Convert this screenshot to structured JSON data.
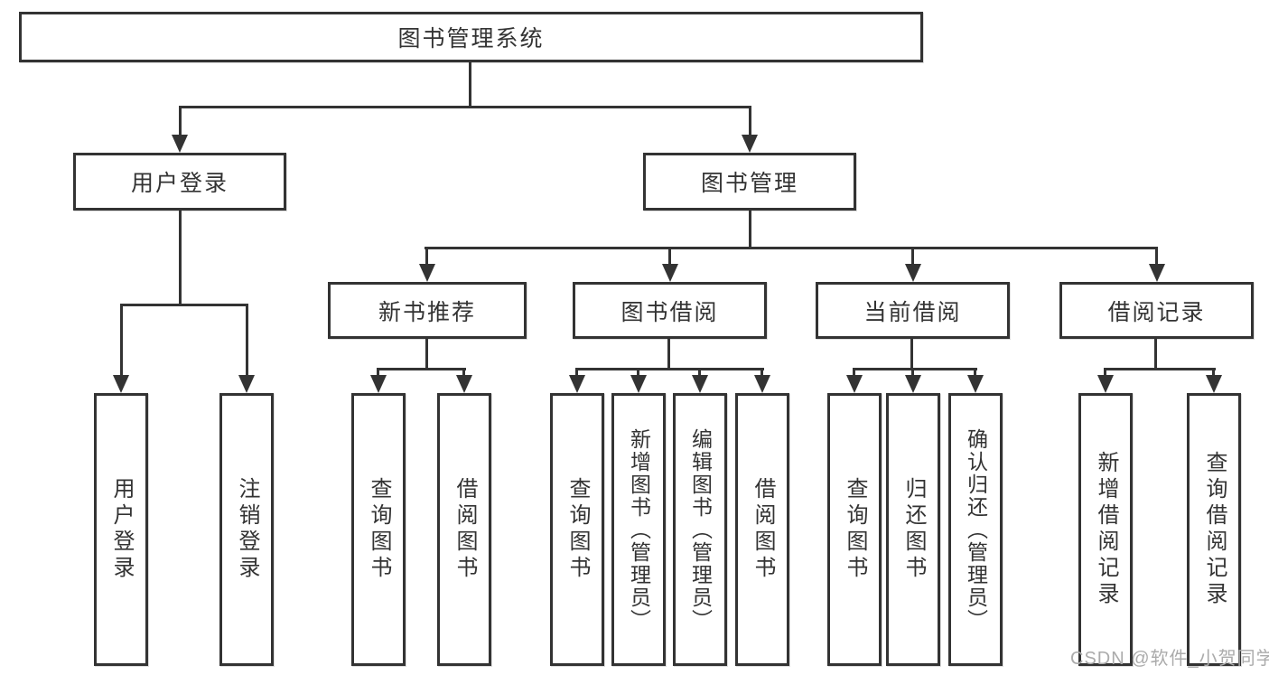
{
  "diagram": {
    "root": {
      "label": "图书管理系统"
    },
    "branches": [
      {
        "label": "用户登录",
        "children": [
          {
            "label": "用户登录"
          },
          {
            "label": "注销登录"
          }
        ]
      },
      {
        "label": "图书管理",
        "children": [
          {
            "label": "新书推荐",
            "children": [
              {
                "label": "查询图书"
              },
              {
                "label": "借阅图书"
              }
            ]
          },
          {
            "label": "图书借阅",
            "children": [
              {
                "label": "查询图书"
              },
              {
                "label": "新增图书（管理员）"
              },
              {
                "label": "编辑图书（管理员）"
              },
              {
                "label": "借阅图书"
              }
            ]
          },
          {
            "label": "当前借阅",
            "children": [
              {
                "label": "查询图书"
              },
              {
                "label": "归还图书"
              },
              {
                "label": "确认归还（管理员）"
              }
            ]
          },
          {
            "label": "借阅记录",
            "children": [
              {
                "label": "新增借阅记录"
              },
              {
                "label": "查询借阅记录"
              }
            ]
          }
        ]
      }
    ]
  },
  "watermark": {
    "text": "CSDN @软件_小贺同学"
  },
  "colors": {
    "line": "#333333",
    "text": "#333333",
    "watermark": "#ababab",
    "background": "#ffffff"
  }
}
